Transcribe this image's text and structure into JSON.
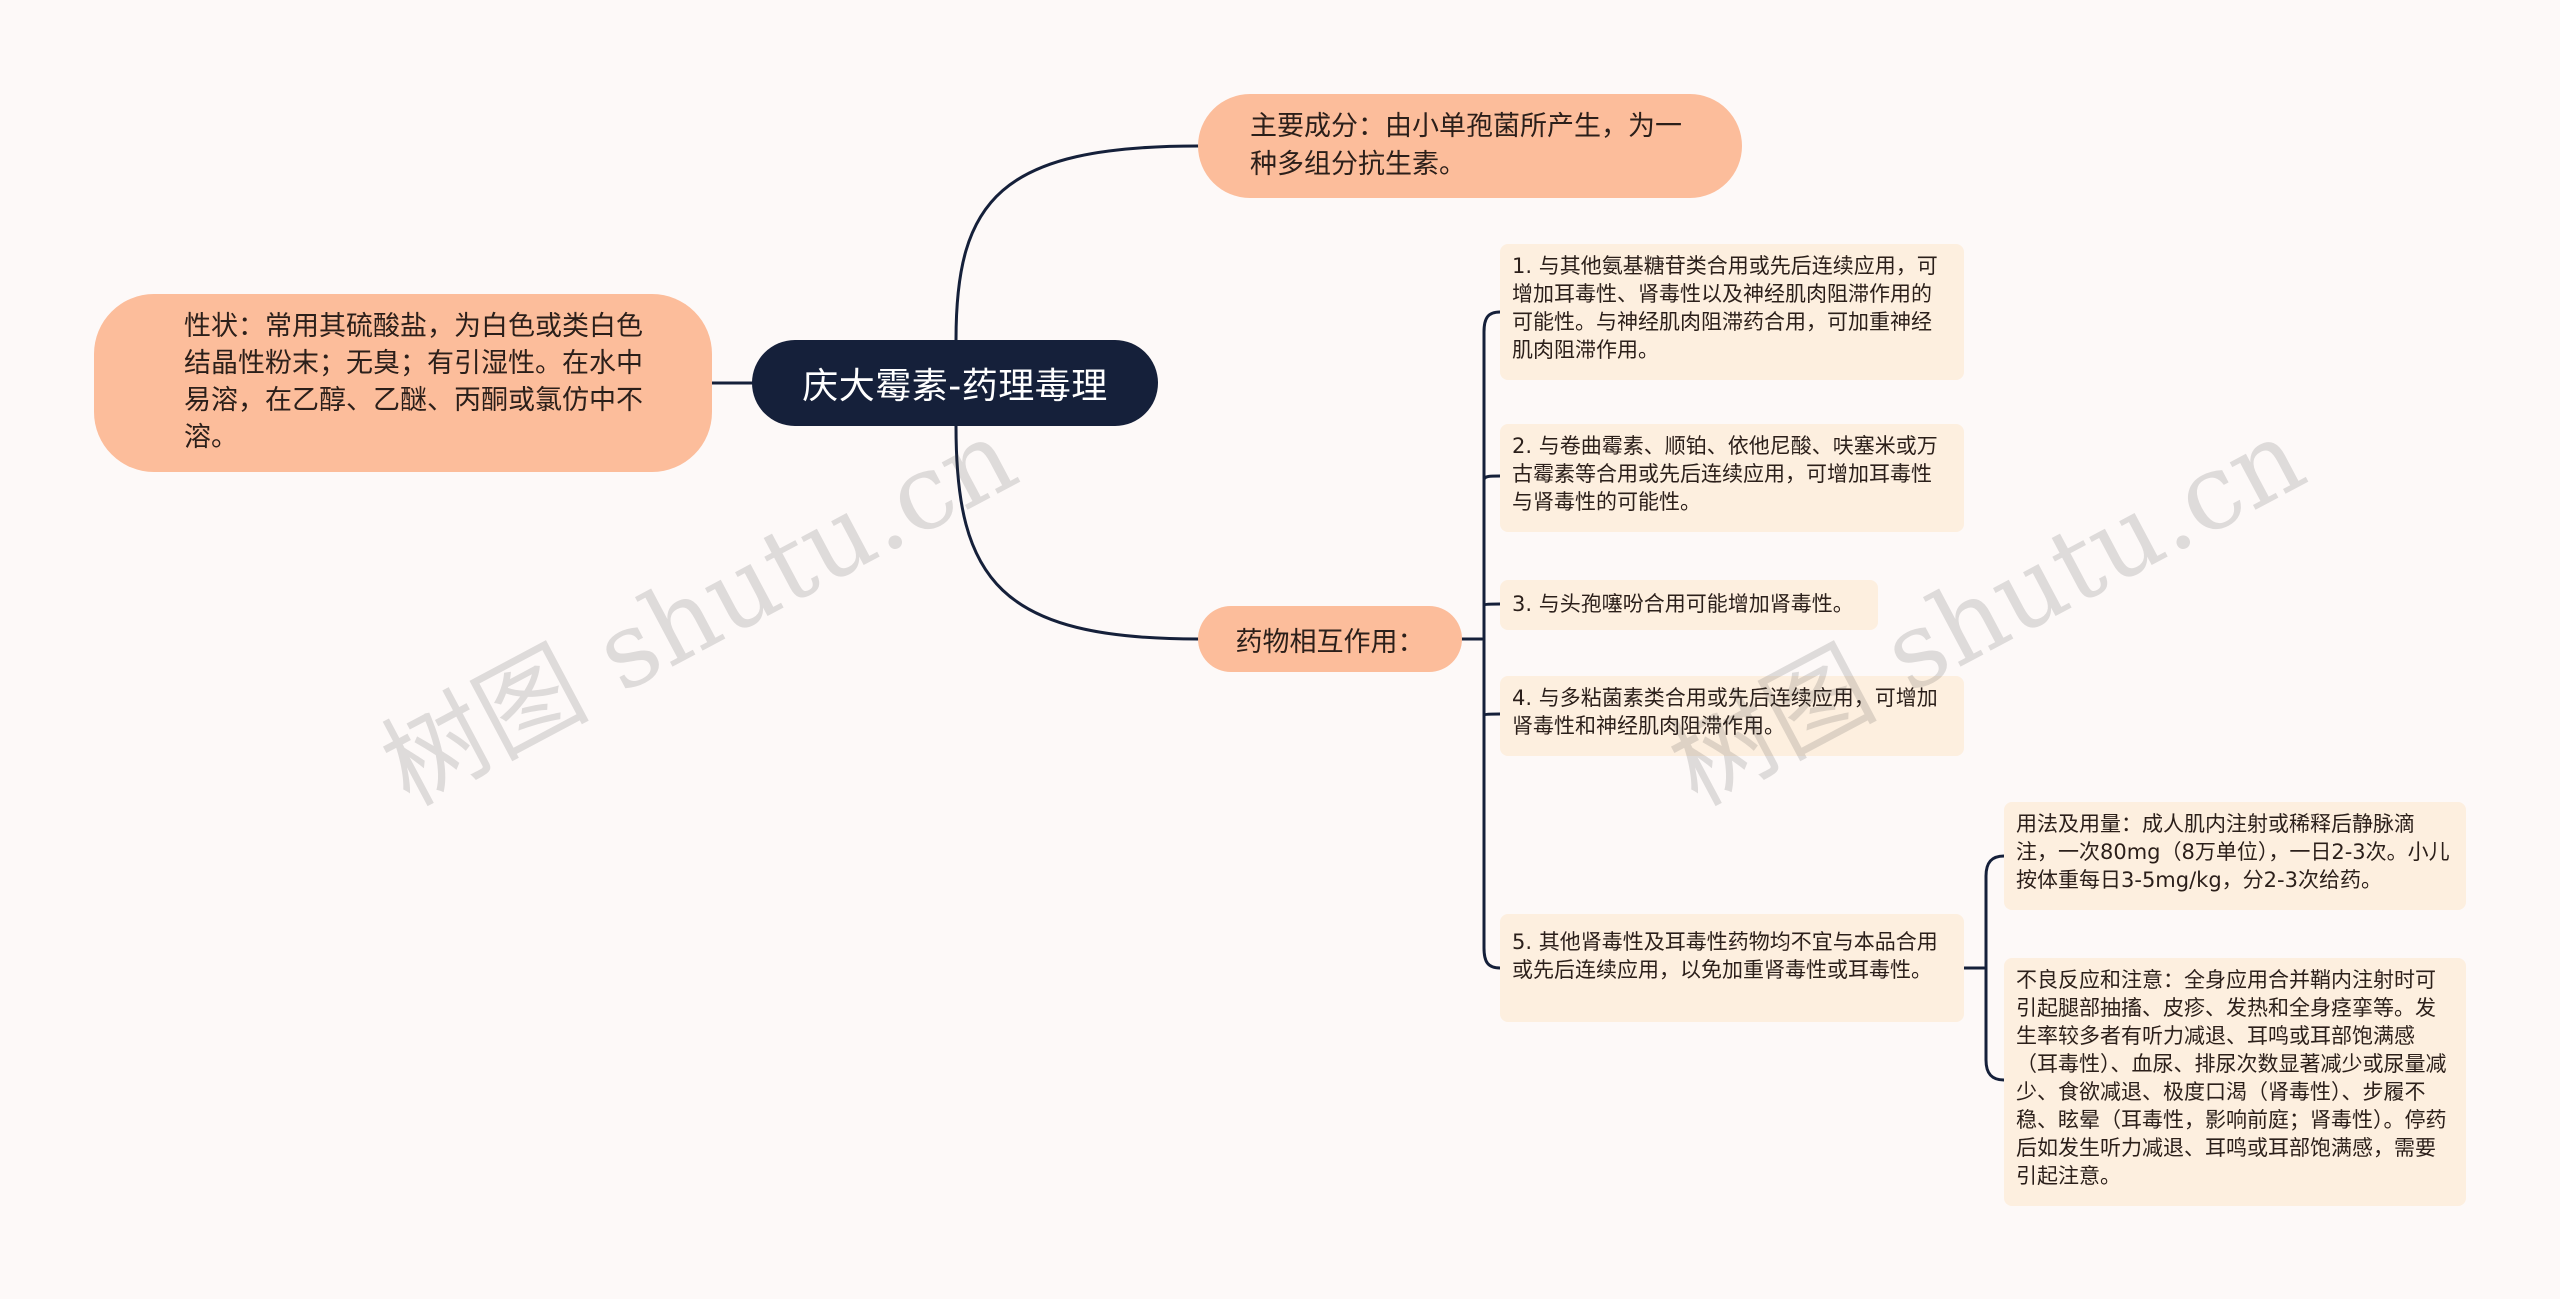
{
  "root": {
    "label": "庆大霉素-药理毒理"
  },
  "nodes": {
    "main_ingredient": "主要成分：由小单孢菌所产生，为一种多组分抗生素。",
    "properties": "性状：常用其硫酸盐，为白色或类白色结晶性粉末；无臭；有引湿性。在水中易溶，在乙醇、乙醚、丙酮或氯仿中不溶。",
    "interactions": {
      "label": "药物相互作用：",
      "items": [
        "1. 与其他氨基糖苷类合用或先后连续应用，可增加耳毒性、肾毒性以及神经肌肉阻滞作用的可能性。与神经肌肉阻滞药合用，可加重神经肌肉阻滞作用。",
        "2. 与卷曲霉素、顺铂、依他尼酸、呋塞米或万古霉素等合用或先后连续应用，可增加耳毒性与肾毒性的可能性。",
        "3. 与头孢噻吩合用可能增加肾毒性。",
        "4. 与多粘菌素类合用或先后连续应用，可增加肾毒性和神经肌肉阻滞作用。",
        "5. 其他肾毒性及耳毒性药物均不宜与本品合用或先后连续应用，以免加重肾毒性或耳毒性。"
      ],
      "sub_items": [
        "用法及用量：成人肌内注射或稀释后静脉滴注，一次80mg（8万单位），一日2-3次。小儿按体重每日3-5mg/kg，分2-3次给药。",
        "不良反应和注意：全身应用合并鞘内注射时可引起腿部抽搐、皮疹、发热和全身痉挛等。发生率较多者有听力减退、耳鸣或耳部饱满感（耳毒性）、血尿、排尿次数显著减少或尿量减少、食欲减退、极度口渴（肾毒性）、步履不稳、眩晕（耳毒性，影响前庭；肾毒性）。停药后如发生听力减退、耳鸣或耳部饱满感，需要引起注意。"
      ]
    }
  },
  "watermark": "树图 shutu.cn",
  "colors": {
    "background": "#fdf9f8",
    "root_fill": "#15203a",
    "pill_fill": "#fcbd9b",
    "box_fill": "#fdefdf",
    "line": "#15203a"
  }
}
